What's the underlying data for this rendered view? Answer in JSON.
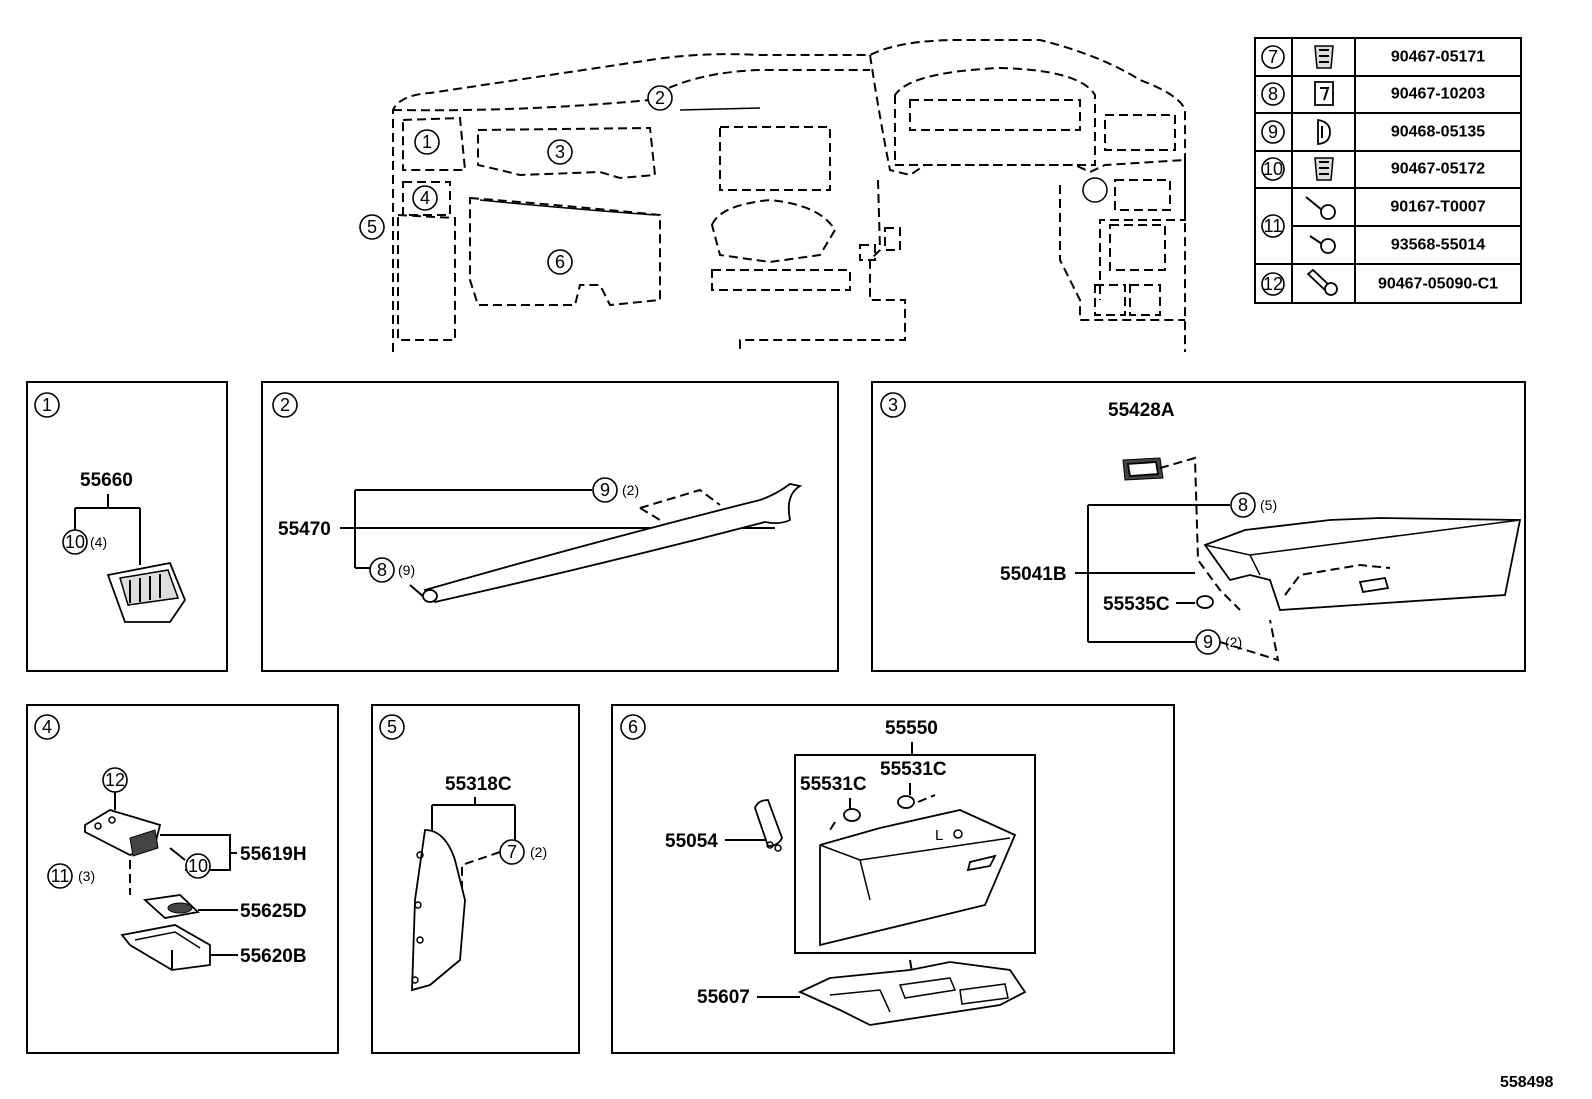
{
  "overview_callouts": [
    "1",
    "2",
    "3",
    "4",
    "5",
    "6"
  ],
  "fastener_table": [
    {
      "ref": "7",
      "part": "90467-05171"
    },
    {
      "ref": "8",
      "part": "90467-10203"
    },
    {
      "ref": "9",
      "part": "90468-05135"
    },
    {
      "ref": "10",
      "part": "90467-05172"
    },
    {
      "ref": "11",
      "part": "90167-T0007"
    },
    {
      "ref": "",
      "part": "93568-55014"
    },
    {
      "ref": "12",
      "part": "90467-05090-C1"
    }
  ],
  "panels": {
    "p1": {
      "id": "1",
      "part": "55660",
      "clip": "10",
      "qty": "(4)"
    },
    "p2": {
      "id": "2",
      "part": "55470",
      "clip_a": "9",
      "qty_a": "(2)",
      "clip_b": "8",
      "qty_b": "(9)"
    },
    "p3": {
      "id": "3",
      "part_top": "55428A",
      "part_main": "55041B",
      "part_sub": "55535C",
      "clip_a": "8",
      "qty_a": "(5)",
      "clip_b": "9",
      "qty_b": "(2)"
    },
    "p4": {
      "id": "4",
      "clip_top": "12",
      "part_a": "55619H",
      "clip_mid": "10",
      "clip_left": "11",
      "qty_left": "(3)",
      "part_b": "55625D",
      "part_c": "55620B"
    },
    "p5": {
      "id": "5",
      "part": "55318C",
      "clip": "7",
      "qty": "(2)"
    },
    "p6": {
      "id": "6",
      "part_assy": "55550",
      "part_a": "55531C",
      "part_b": "55531C",
      "part_c": "55054",
      "part_d": "55607"
    }
  },
  "reference_number": "558498"
}
